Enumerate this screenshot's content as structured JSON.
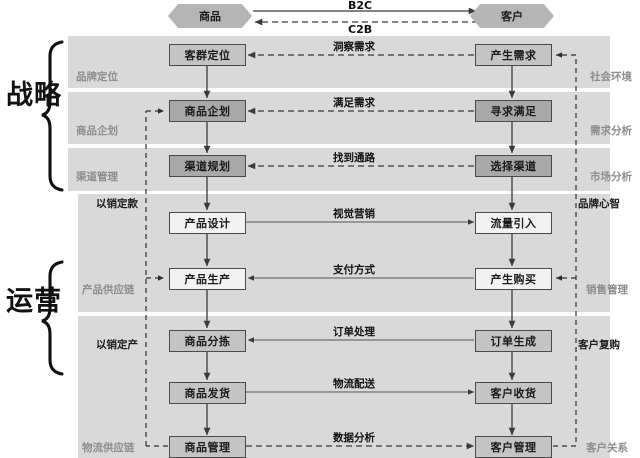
{
  "diagram": {
    "title_left": "商品",
    "title_right": "客户",
    "flow_top_label": "B2C",
    "flow_bottom_label": "C2B"
  },
  "groups": [
    {
      "label": "战略"
    },
    {
      "label": "运营"
    }
  ],
  "bands": [
    {
      "left_label": "品牌定位",
      "right_label": "社会环境"
    },
    {
      "left_label": "商品企划",
      "right_label": "需求分析"
    },
    {
      "left_label": "渠道管理",
      "right_label": "市场分析"
    },
    {
      "left_label": "以销定款",
      "right_label": "品牌心智"
    },
    {
      "left_label": "产品供应链",
      "right_label": "销售管理"
    },
    {
      "left_label": "以销定产",
      "right_label": "客户复购"
    },
    {
      "left_label": "物流供应链",
      "right_label": "客户关系"
    }
  ],
  "rows": [
    {
      "left": "客群定位",
      "middle": "洞察需求",
      "right": "产生需求"
    },
    {
      "left": "商品企划",
      "middle": "满足需求",
      "right": "寻求满足"
    },
    {
      "left": "渠道规划",
      "middle": "找到通路",
      "right": "选择渠道"
    },
    {
      "left": "产品设计",
      "middle": "视觉营销",
      "right": "流量引入"
    },
    {
      "left": "产品生产",
      "middle": "支付方式",
      "right": "产生购买"
    },
    {
      "left": "商品分拣",
      "middle": "订单处理",
      "right": "订单生成"
    },
    {
      "left": "商品发货",
      "middle": "物流配送",
      "right": "客户收货"
    },
    {
      "left": "商品管理",
      "middle": "数据分析",
      "right": "客户管理"
    }
  ],
  "colors": {
    "band": "#d9d9d9",
    "node_dark": "#a8a8a8",
    "node_mid": "#c4c4c4",
    "node_light": "#f2f2f2",
    "stroke": "#4a4a4a",
    "muted_text": "#8e8e8e"
  }
}
